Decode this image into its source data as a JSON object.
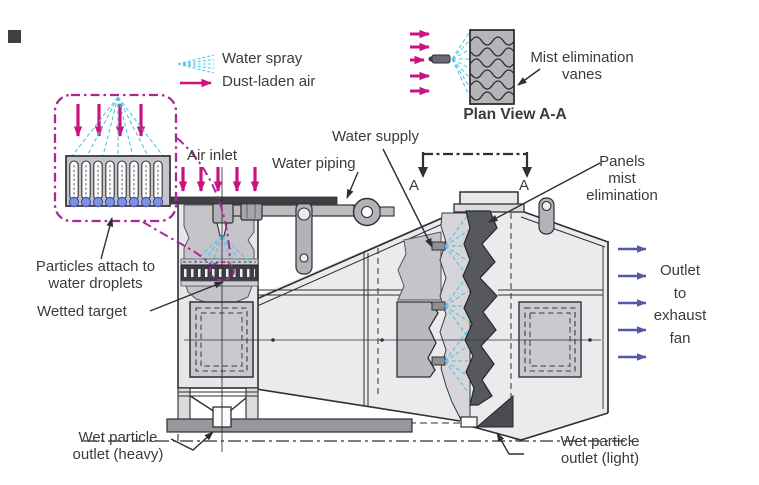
{
  "page": {
    "background": "#ffffff"
  },
  "legend": {
    "water_spray": "Water spray",
    "dust_laden_air": "Dust-laden air"
  },
  "plan_view": {
    "caption": "Plan View A-A",
    "vanes_label": "Mist elimination\nvanes"
  },
  "section_marker": {
    "left": "A",
    "right": "A"
  },
  "labels": {
    "water_supply": "Water supply",
    "air_inlet": "Air inlet",
    "water_piping": "Water piping",
    "panels_mist_elimination": "Panels\nmist\nelimination",
    "particles_attach": "Particles attach to\nwater droplets",
    "wetted_target": "Wetted target",
    "outlet_to_exhaust_fan": "Outlet\nto\nexhaust\nfan",
    "wet_particle_outlet_heavy": "Wet particle\noutlet (heavy)",
    "wet_particle_outlet_light": "Wet particle\noutlet (light)"
  },
  "colors": {
    "water_spray_cyan": "#52c5e8",
    "dust_air_magenta": "#cb1380",
    "callout_magenta": "#a8289a",
    "outlet_arrow_indigo": "#5457a5",
    "panel_dark": "#57575e",
    "machine_light": "#ebebed",
    "ink": "#2f2f33"
  }
}
